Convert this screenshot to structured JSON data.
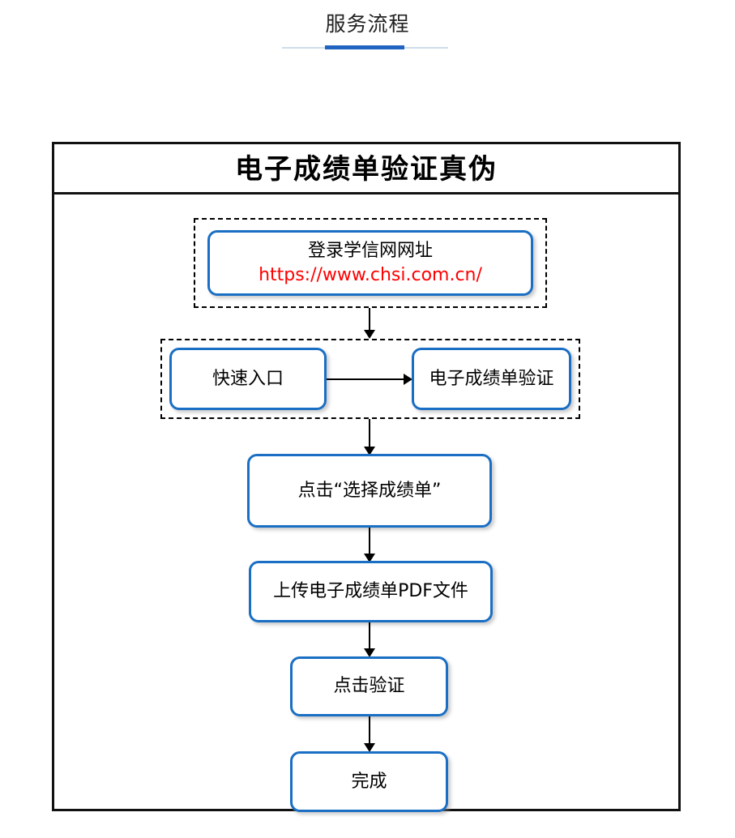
{
  "page": {
    "header_title": "服务流程",
    "accent_color": "#2063c0",
    "rule_color": "#cfdcea"
  },
  "card": {
    "title": "电子成绩单验证真伪",
    "border_color": "#111111",
    "node_border_color": "#1a6fc4",
    "url_color": "#ff0000"
  },
  "flow": {
    "nodes": [
      {
        "id": "login-site",
        "lines": [
          "登录学信网网址",
          "https://www.chsi.com.cn/"
        ],
        "url_line_index": 1
      },
      {
        "id": "quick-entry",
        "lines": [
          "快速入口"
        ],
        "url_line_index": -1
      },
      {
        "id": "transcript-verify",
        "lines": [
          "电子成绩单验证"
        ],
        "url_line_index": -1
      },
      {
        "id": "click-select-transcript",
        "lines": [
          "点击“选择成绩单”"
        ],
        "url_line_index": -1
      },
      {
        "id": "upload-pdf",
        "lines": [
          "上传电子成绩单PDF文件"
        ],
        "url_line_index": -1
      },
      {
        "id": "click-verify",
        "lines": [
          "点击验证"
        ],
        "url_line_index": -1
      },
      {
        "id": "done",
        "lines": [
          "完成"
        ],
        "url_line_index": -1
      }
    ],
    "node_text": {
      "login_site_label": "登录学信网网址",
      "login_site_url": "https://www.chsi.com.cn/",
      "quick_entry": "快速入口",
      "transcript_verify": "电子成绩单验证",
      "click_select_transcript": "点击“选择成绩单”",
      "upload_pdf": "上传电子成绩单PDF文件",
      "click_verify": "点击验证",
      "done": "完成"
    }
  }
}
